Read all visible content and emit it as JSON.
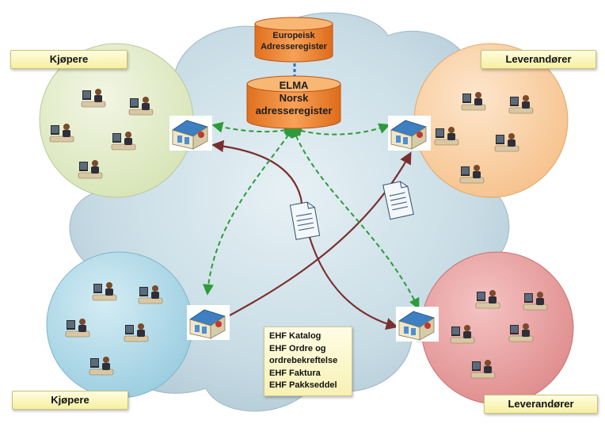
{
  "central_registry": {
    "top_label": "Europeisk\nAdresseregister",
    "main_label": "ELMA\nNorsk\nadresseregister"
  },
  "groups": {
    "buyer_top": "Kjøpere",
    "supplier_top": "Leverandører",
    "buyer_bottom": "Kjøpere",
    "supplier_bottom": "Leverandører"
  },
  "documents": [
    "EHF Katalog",
    "EHF Ordre og",
    "ordrebekreftelse",
    "EHF Faktura",
    "EHF Pakkseddel"
  ],
  "icons": {
    "cloud": "cloud-icon",
    "building": "building-icon",
    "document": "document-icon",
    "person": "person-at-computer-icon",
    "database": "database-icon"
  },
  "colors": {
    "cloud": "#c9dde6",
    "buyer_top_circle": "#dfeac6",
    "supplier_top_circle": "#f8cfa3",
    "buyer_bottom_circle": "#aed6e6",
    "supplier_bottom_circle": "#e79999",
    "database": "#f08a33",
    "lookup_arrow": "#2e9a3a",
    "exchange_arrow": "#7a2f2f"
  }
}
